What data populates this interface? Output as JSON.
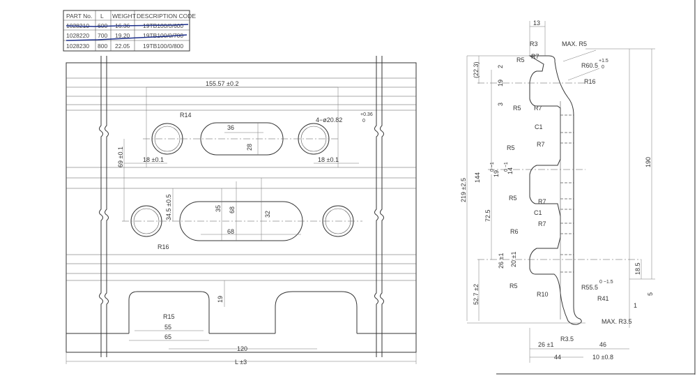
{
  "parts_table": {
    "headers": [
      "PART No.",
      "L",
      "WEIGHT",
      "DESCRIPTION CODE"
    ],
    "rows": [
      [
        "1028210",
        "600",
        "16.36",
        "19TB100/0/600"
      ],
      [
        "1028220",
        "700",
        "19.20",
        "19TB100/0/700"
      ],
      [
        "1028230",
        "800",
        "22.05",
        "19TB100/0/800"
      ]
    ],
    "struck_rows": [
      0,
      1
    ],
    "strike_color": "#1a2d8a"
  },
  "plan_view": {
    "dims": {
      "slot_spacing": "155.57 ±0.2",
      "r14": "R14",
      "slot_len": "36",
      "slot_w": "28",
      "hole": "4−ø20.82",
      "hole_tol": "+0.36",
      "hole_tol0": "0",
      "left_18": "18 ±0.1",
      "right_18": "18 ±0.1",
      "v69": "69 ±0.1",
      "v345": "34.5 ±0.5",
      "v35": "35",
      "v68": "68",
      "h68": "68",
      "v32": "32",
      "r16": "R16",
      "v19": "19",
      "r15": "R15",
      "w55": "55",
      "w65": "65",
      "w120": "120",
      "total": "L ±3"
    }
  },
  "section_view": {
    "dims": {
      "w13": "13",
      "r3": "R3",
      "maxr5": "MAX. R5",
      "r7a": "R7",
      "r5a": "R5",
      "r605": "R60.5",
      "r605tol": "+1.5",
      "r605tol0": "0",
      "r16": "R16",
      "h223": "(22.3)",
      "h2": "2",
      "h19": "19",
      "h3": "3",
      "r5b": "R5",
      "r7b": "R7",
      "c1a": "C1",
      "r5c": "R5",
      "r7c": "R7",
      "h19b": "19",
      "h19btol": "0 −1",
      "h14": "14",
      "h14tol": "0 −1",
      "h144": "144",
      "h219": "219 ±2.5",
      "h190": "190",
      "r5d": "R5",
      "r7d": "R7",
      "c1b": "C1",
      "h725": "72.5",
      "r7e": "R7",
      "r6": "R6",
      "h26": "26 ±1",
      "h20": "20 ±1",
      "r5e": "R5",
      "r10": "R10",
      "h527": "52.7 ±2",
      "h185": "18.5",
      "r555": "R55.5",
      "r555tol": "0 −1.5",
      "r41": "R41",
      "h5": "5",
      "h1": "1",
      "maxr35": "MAX. R3.5",
      "r35": "R3.5",
      "w26": "26 ±1",
      "w46": "46",
      "w44": "44",
      "w10": "10 ±0.8"
    }
  }
}
